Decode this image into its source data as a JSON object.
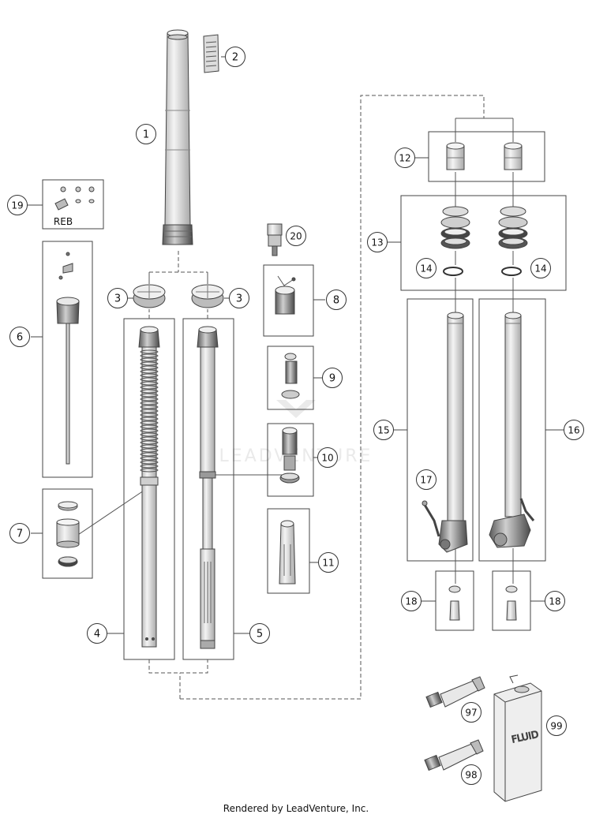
{
  "callouts": {
    "c1": "1",
    "c2": "2",
    "c3a": "3",
    "c3b": "3",
    "c4": "4",
    "c5": "5",
    "c6": "6",
    "c7": "7",
    "c8": "8",
    "c9": "9",
    "c10": "10",
    "c11": "11",
    "c12": "12",
    "c13": "13",
    "c14a": "14",
    "c14b": "14",
    "c15": "15",
    "c16": "16",
    "c17": "17",
    "c18a": "18",
    "c18b": "18",
    "c19": "19",
    "c20": "20",
    "c97": "97",
    "c98": "98",
    "c99": "99"
  },
  "labels": {
    "reb": "REB",
    "fluid": "FLUID",
    "watermark": "LEADVENTURE"
  },
  "footer": "Rendered by LeadVenture, Inc.",
  "colors": {
    "line": "#3a3a3a",
    "part_fill": "#e6e6e6",
    "part_dark": "#8a8a8a",
    "watermark": "#d9d9d9"
  }
}
